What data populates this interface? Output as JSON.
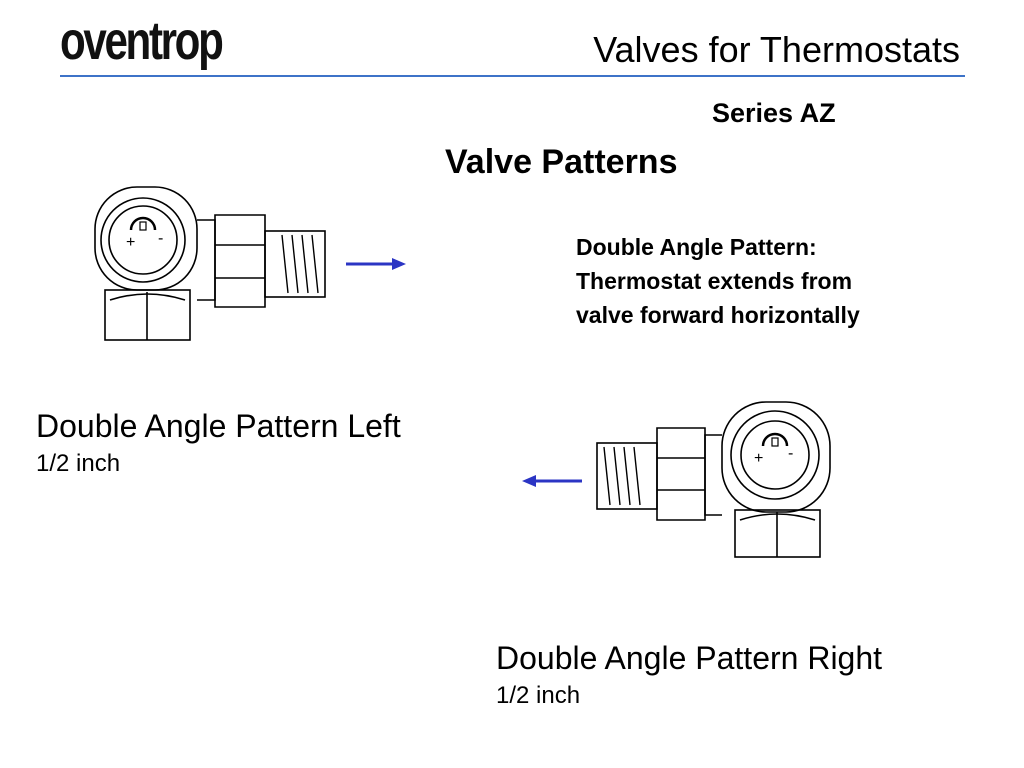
{
  "logo_text": "oventrop",
  "header": {
    "title": "Valves for Thermostats",
    "series": "Series AZ",
    "rule_color": "#3d73c8"
  },
  "heading": "Valve Patterns",
  "description": [
    "Double Angle Pattern:",
    "Thermostat extends from",
    "valve forward horizontally"
  ],
  "valves": {
    "left": {
      "name": "Double Angle Pattern Left",
      "size": "1/2 inch",
      "dial_plus": "+",
      "dial_minus": "-"
    },
    "right": {
      "name": "Double Angle Pattern Right",
      "size": "1/2 inch",
      "dial_plus": "+",
      "dial_minus": "-"
    }
  },
  "arrow_color": "#2b35c4"
}
